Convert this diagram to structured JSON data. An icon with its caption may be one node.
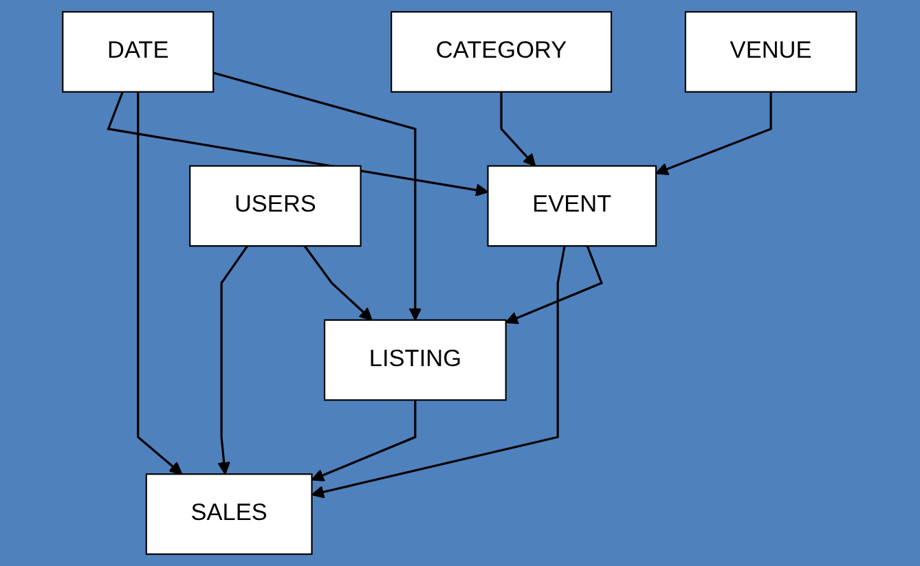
{
  "diagram": {
    "nodes": [
      {
        "text": [
          "DATE"
        ]
      },
      {
        "text": [
          "EVENT"
        ]
      },
      {
        "text": [
          "CATEGORY"
        ]
      },
      {
        "text": [
          "SALES"
        ]
      },
      {
        "text": [
          "VENUE"
        ]
      },
      {
        "text": [
          "USERS"
        ]
      },
      {
        "text": [
          "LISTING"
        ]
      }
    ],
    "edges": [
      {
        "from": 0,
        "to": 1,
        "arrow": "to"
      },
      {
        "from": 0,
        "to": 3,
        "arrow": "to"
      },
      {
        "from": 0,
        "to": 6,
        "arrow": "to"
      },
      {
        "from": 2,
        "to": 1,
        "arrow": "to"
      },
      {
        "from": 4,
        "to": 1,
        "arrow": "to"
      },
      {
        "from": 1,
        "to": 3,
        "arrow": "to"
      },
      {
        "from": 1,
        "to": 6,
        "arrow": "to"
      },
      {
        "from": 5,
        "to": 3,
        "arrow": "to"
      },
      {
        "from": 5,
        "to": 6,
        "arrow": "to"
      },
      {
        "from": 6,
        "to": 3,
        "arrow": "to"
      }
    ]
  }
}
